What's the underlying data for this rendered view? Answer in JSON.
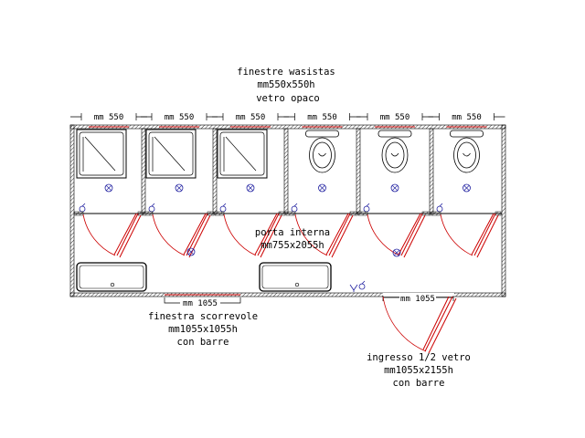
{
  "labels": {
    "top_windows": [
      "finestre wasistas",
      "mm550x550h",
      "vetro opaco"
    ],
    "interior_door": [
      "porta interna",
      "mm755x2055h"
    ],
    "sliding_window": [
      "finestra scorrevole",
      "mm1055x1055h",
      "con barre"
    ],
    "entrance": [
      "ingresso 1/2 vetro",
      "mm1055x2155h",
      "con barre"
    ]
  },
  "dimensions": {
    "top_window_width": "mm 550",
    "bottom_window_width": "mm 1055",
    "entrance_width": "mm 1055"
  },
  "rooms": [
    {
      "fixture": "shower"
    },
    {
      "fixture": "shower"
    },
    {
      "fixture": "shower"
    },
    {
      "fixture": "toilet"
    },
    {
      "fixture": "toilet"
    },
    {
      "fixture": "toilet"
    }
  ],
  "colors": {
    "wall": "#000000",
    "door": "#cc0000",
    "drain": "#2020a0"
  }
}
